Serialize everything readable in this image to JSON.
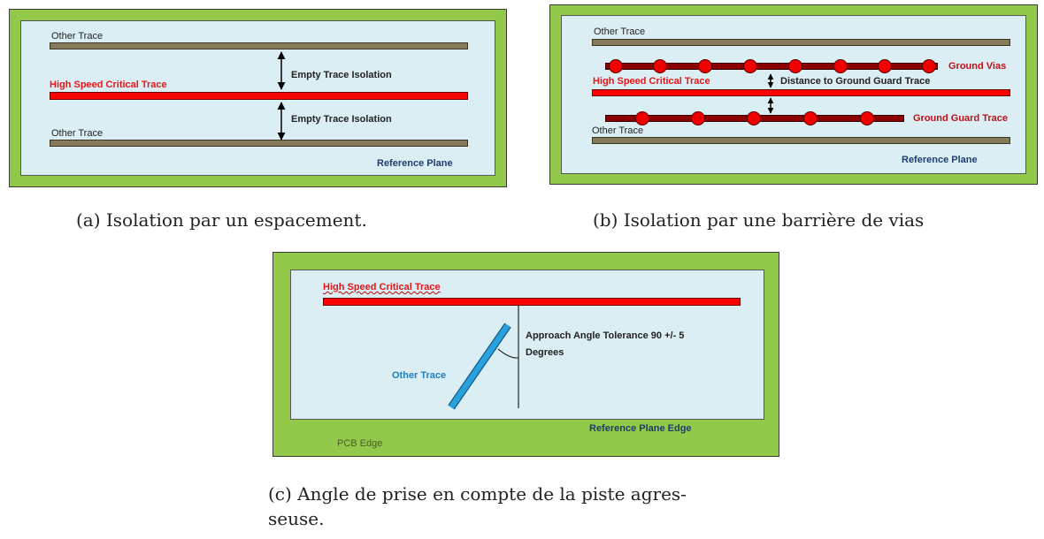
{
  "panel_a": {
    "other_trace_top": "Other Trace",
    "high_speed_trace": "High Speed Critical Trace",
    "isolation_top": "Empty Trace Isolation",
    "isolation_bottom": "Empty Trace Isolation",
    "other_trace_bottom": "Other Trace",
    "reference_plane": "Reference Plane",
    "caption": "(a) Isolation par un espacement."
  },
  "panel_b": {
    "other_trace_top": "Other Trace",
    "ground_vias": "Ground Vias",
    "high_speed_trace": "High Speed Critical Trace",
    "distance_label": "Distance to Ground Guard Trace",
    "ground_guard_trace": "Ground Guard Trace",
    "other_trace_bottom": "Other Trace",
    "reference_plane": "Reference Plane",
    "caption": "(b) Isolation par une barrière de vias"
  },
  "panel_c": {
    "high_speed_trace": "High Speed Critical Trace",
    "angle_line1": "Approach Angle Tolerance 90 +/- 5",
    "angle_line2": "Degrees",
    "other_trace": "Other Trace",
    "reference_plane_edge": "Reference Plane Edge",
    "pcb_edge": "PCB Edge",
    "caption_line1": "(c) Angle de prise en compte de la piste agres-",
    "caption_line2": "seuse."
  },
  "colors": {
    "pcb_green": "#92c94a",
    "reference_plane": "#dbeef3",
    "critical_trace": "#ff0000",
    "other_trace": "#857a5c",
    "guard_trace": "#8b0000",
    "angled_trace": "#1e90d0"
  }
}
